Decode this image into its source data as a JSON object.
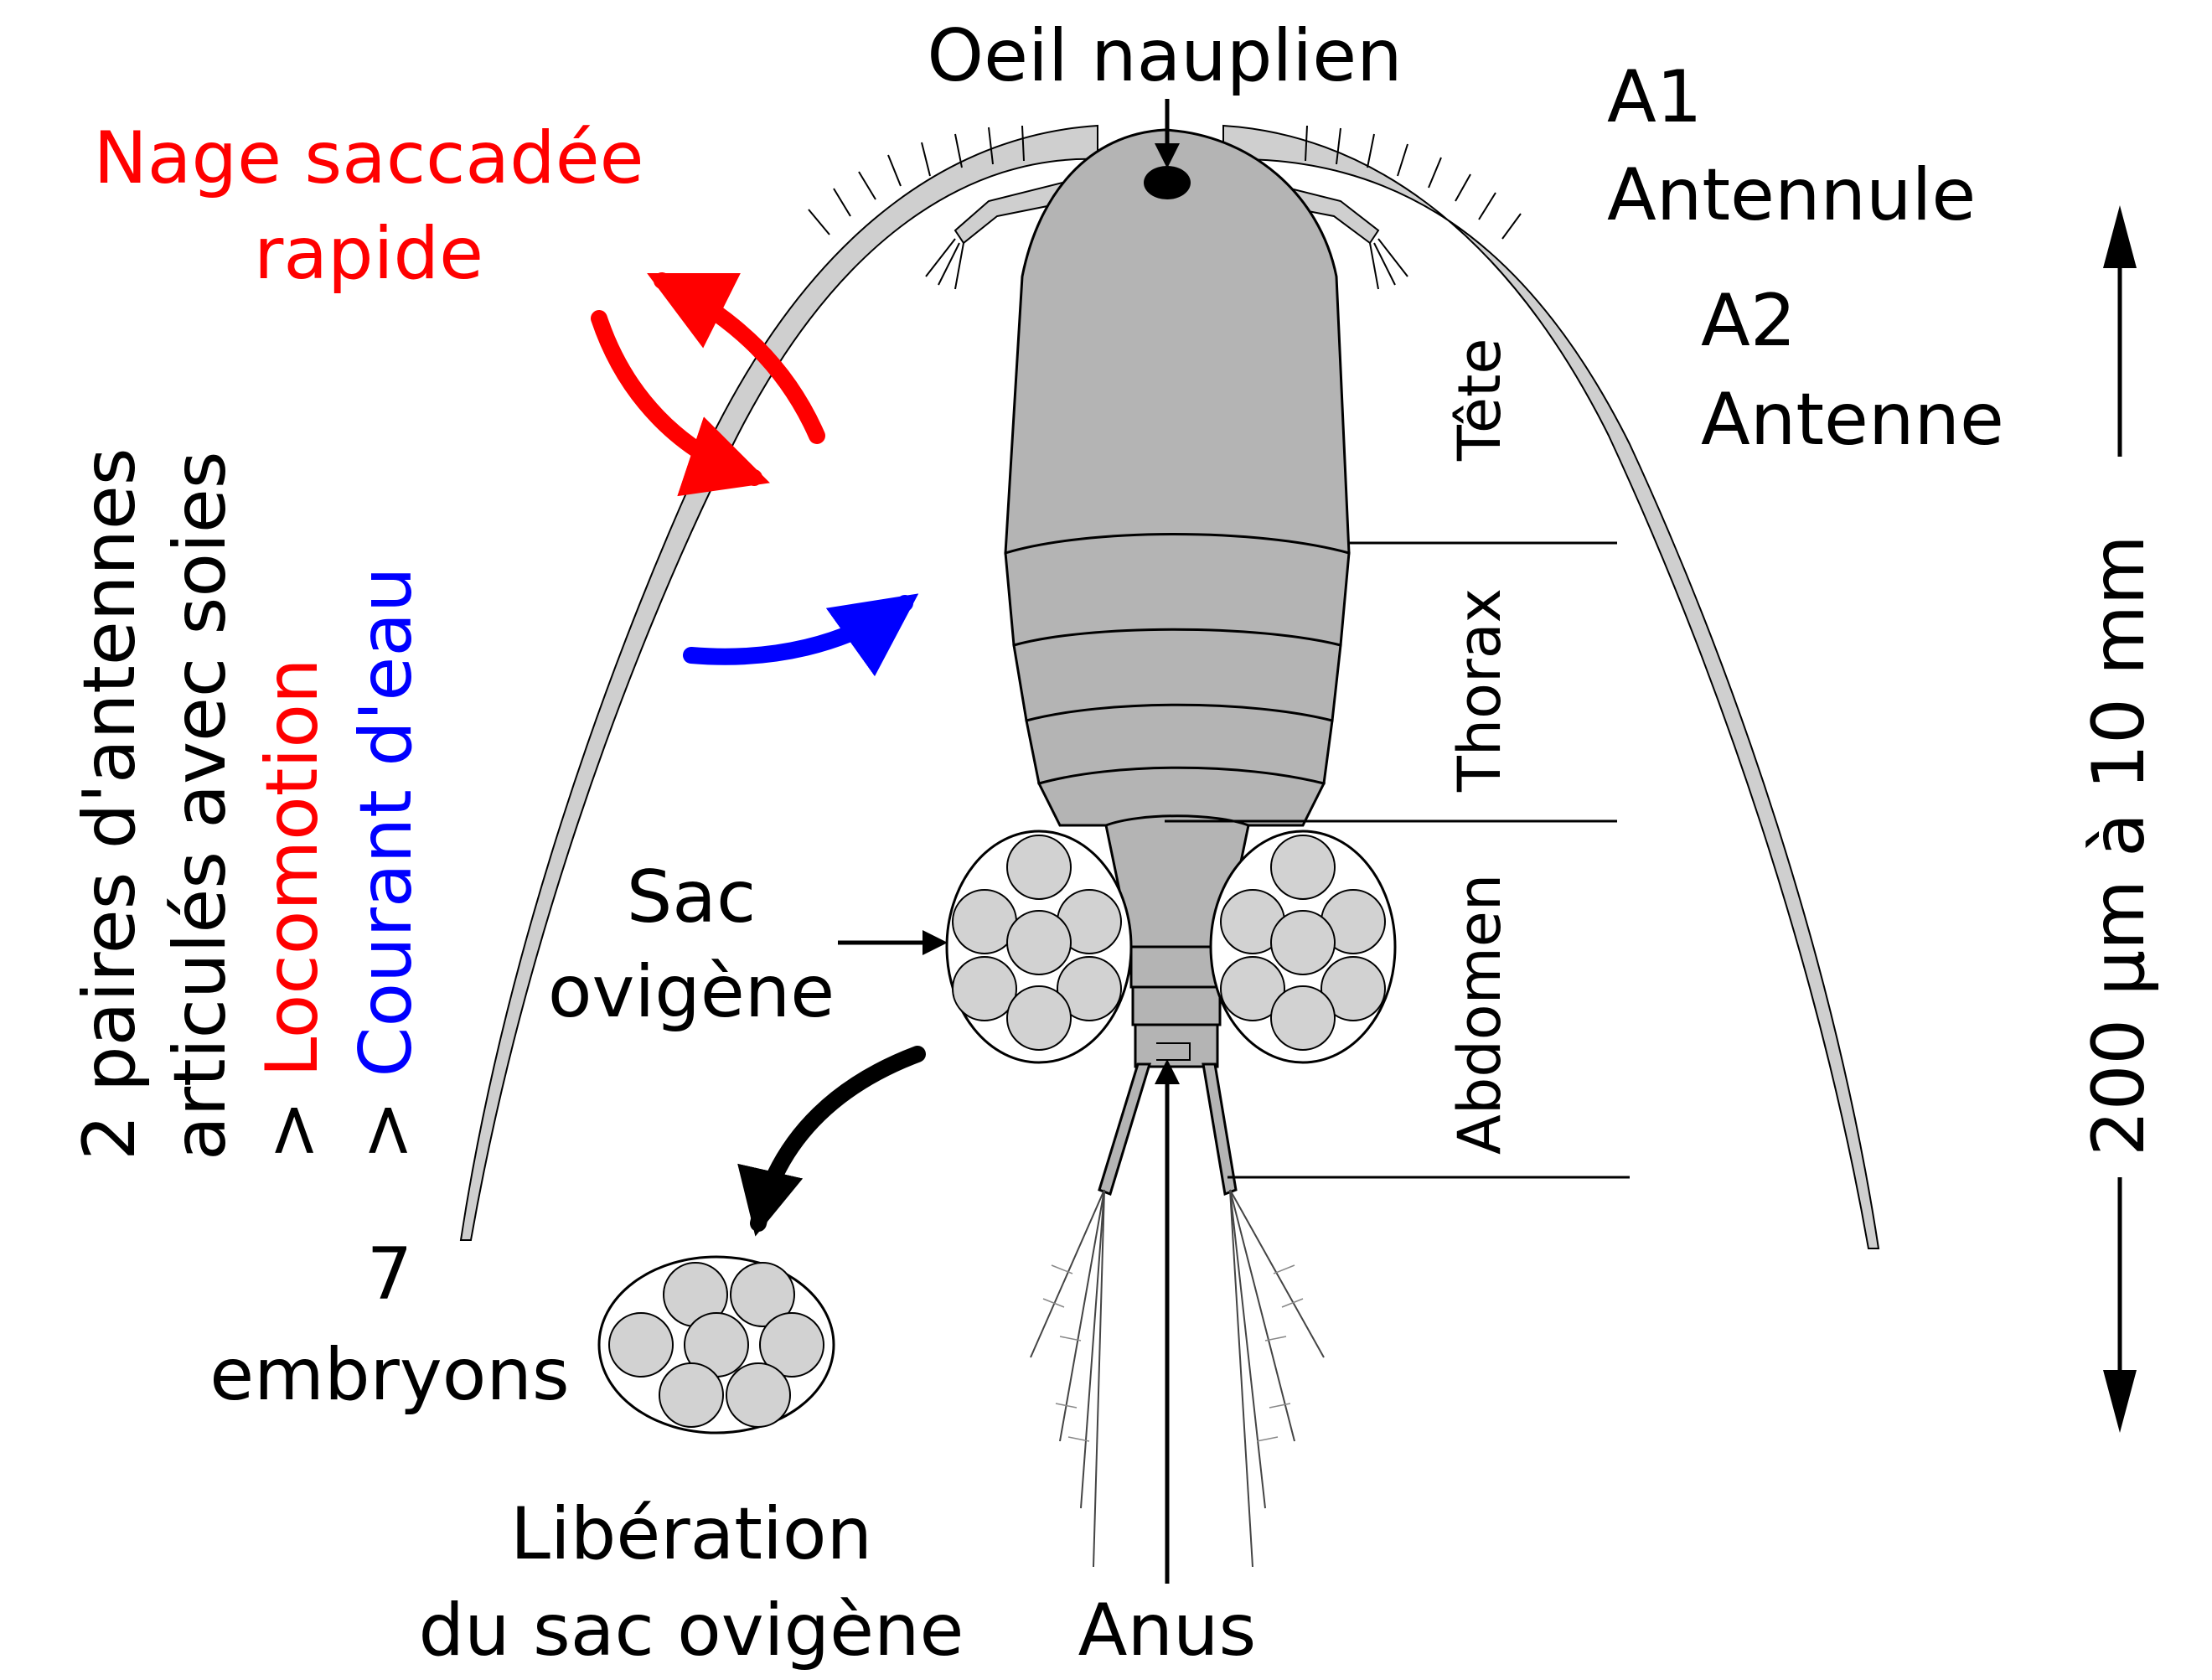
{
  "labels": {
    "oeil": "Oeil nauplien",
    "a1_code": "A1",
    "a1_name": "Antennule",
    "a2_code": "A2",
    "a2_name": "Antenne",
    "nage_line1": "Nage saccadée",
    "nage_line2": "rapide",
    "antennes_line1": "2 paires d'antennes",
    "antennes_line2": "articulés avec soies",
    "locomotion_prefix": "> ",
    "locomotion": "Locomotion",
    "courant_prefix": "> ",
    "courant": "Courant d'eau",
    "tete": "Tête",
    "thorax": "Thorax",
    "abdomen": "Abdomen",
    "sac_line1": "Sac",
    "sac_line2": "ovigène",
    "embryons_line1": "7",
    "embryons_line2": "embryons",
    "liberation_line1": "Libération",
    "liberation_line2": "du sac ovigène",
    "anus": "Anus",
    "scale": "200 µm à 10 mm"
  },
  "colors": {
    "locomotion": "#ff0000",
    "water_current": "#0000ff",
    "body": "#b4b4b4",
    "antenna": "#cfcfcf",
    "egg": "#d2d2d2"
  }
}
